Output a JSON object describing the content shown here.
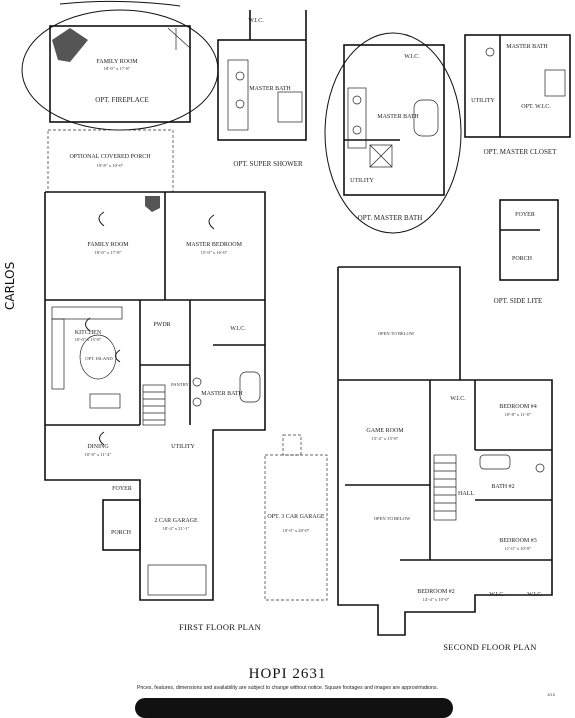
{
  "plan_title": "HOPI 2631",
  "disclaimer": "Prices, features, dimensions and availability are subject to change without notice. Square footages and images are approximations.",
  "page_mark": "3/15",
  "margin_note": "CARLOS",
  "option_fireplace": {
    "room": "FAMILY ROOM",
    "dims": "18'-0\" x 17'-8\"",
    "caption": "OPT. FIREPLACE"
  },
  "option_super_shower": {
    "wic": "W.I.C.",
    "bath": "MASTER BATH",
    "caption": "OPT. SUPER SHOWER"
  },
  "option_master_bath": {
    "wic": "W.I.C.",
    "bath": "MASTER BATH",
    "utility": "UTILITY",
    "caption": "OPT. MASTER BATH"
  },
  "option_master_closet": {
    "bath": "MASTER BATH",
    "utility": "UTILITY",
    "wic": "OPT. W.I.C.",
    "caption": "OPT. MASTER CLOSET"
  },
  "option_side_lite": {
    "foyer": "FOYER",
    "porch": "PORCH",
    "caption": "OPT. SIDE LITE"
  },
  "first_floor": {
    "caption": "FIRST FLOOR PLAN",
    "covered_porch": "OPTIONAL COVERED PORCH",
    "covered_porch_dims": "19'-8\" x 10'-0\"",
    "family_room": "FAMILY ROOM",
    "family_room_dims": "18'-0\" x 17'-8\"",
    "master_bedroom": "MASTER BEDROOM",
    "master_bedroom_dims": "15'-0\" x 16'-0\"",
    "pwdr": "PWDR",
    "wic": "W.I.C.",
    "kitchen": "KITCHEN",
    "kitchen_dims": "10'-0\" x 15'-8\"",
    "island": "OPT. ISLAND",
    "pantry": "PANTRY",
    "master_bath": "MASTER BATH",
    "dining": "DINING",
    "dining_dims": "10'-0\" x 11'-4\"",
    "utility": "UTILITY",
    "foyer": "FOYER",
    "porch": "PORCH",
    "garage": "2 CAR GARAGE",
    "garage_dims": "18'-4\" x 21'-1\"",
    "opt_garage": "OPT. 3 CAR GARAGE",
    "opt_garage_dims": "10'-0\" x 20'-0\""
  },
  "second_floor": {
    "caption": "SECOND FLOOR PLAN",
    "open_above": "OPEN TO BELOW",
    "game_room": "GAME ROOM",
    "game_room_dims": "15'-4\" x 15'-8\"",
    "open_below": "OPEN TO BELOW",
    "wic1": "W.I.C.",
    "bedroom4": "BEDROOM #4",
    "bedroom4_dims": "10'-8\" x 11'-0\"",
    "hall": "HALL",
    "bath2": "BATH #2",
    "bedroom3": "BEDROOM #3",
    "bedroom3_dims": "11'-0\" x 10'-8\"",
    "bedroom2": "BEDROOM #2",
    "bedroom2_dims": "14'-4\" x 10'-0\"",
    "wic2": "W.I.C.",
    "wic3": "W.I.C."
  }
}
